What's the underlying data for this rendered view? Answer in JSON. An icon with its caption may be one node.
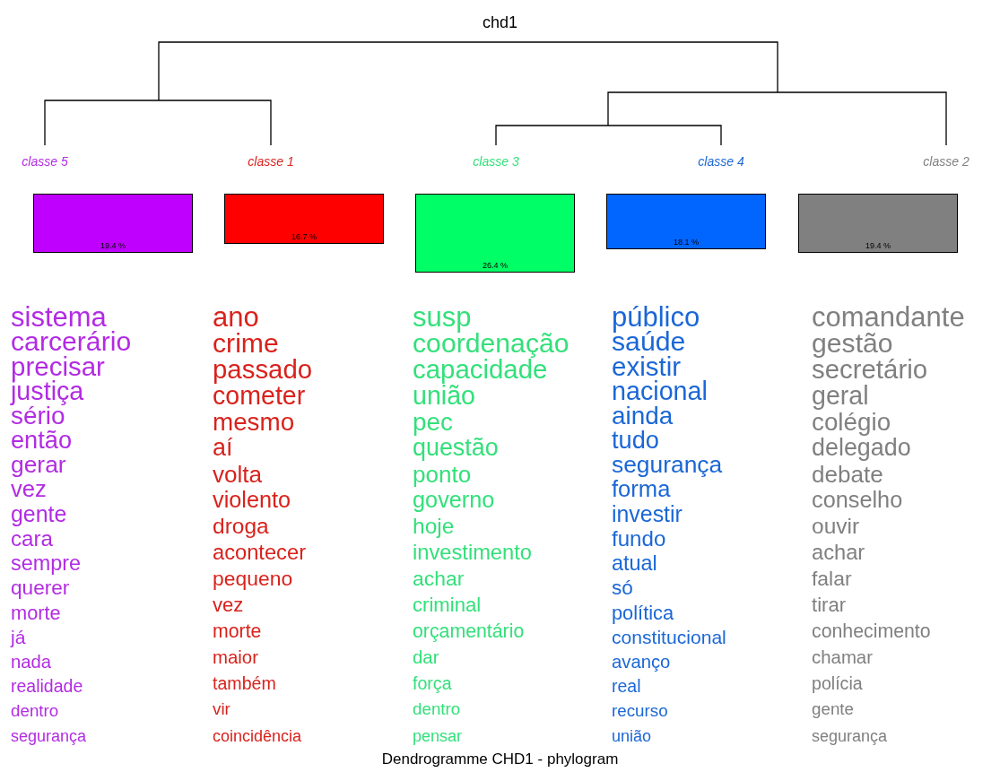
{
  "diagram": {
    "title": "chd1",
    "caption": "Dendrogramme CHD1 - phylogram",
    "nodes": [
      {
        "text": [
          "19.4 %"
        ],
        "beside": [
          "classe 5",
          "sistema",
          "carcerário",
          "precisar",
          "justiça",
          "sério",
          "então",
          "gerar",
          "vez",
          "gente",
          "cara",
          "sempre",
          "querer",
          "morte",
          "já",
          "nada",
          "realidade",
          "dentro",
          "segurança"
        ]
      },
      {
        "text": [
          "16.7 %"
        ],
        "beside": [
          "classe 1",
          "ano",
          "crime",
          "passado",
          "cometer",
          "mesmo",
          "aí",
          "volta",
          "violento",
          "droga",
          "acontecer",
          "pequeno",
          "vez",
          "morte",
          "maior",
          "também",
          "vir",
          "coincidência"
        ]
      },
      {
        "text": [
          "26.4 %"
        ],
        "beside": [
          "classe 3",
          "susp",
          "coordenação",
          "capacidade",
          "união",
          "pec",
          "questão",
          "ponto",
          "governo",
          "hoje",
          "investimento",
          "achar",
          "criminal",
          "orçamentário",
          "dar",
          "força",
          "dentro",
          "pensar"
        ]
      },
      {
        "text": [
          "18.1 %"
        ],
        "beside": [
          "classe 4",
          "público",
          "saúde",
          "existir",
          "nacional",
          "ainda",
          "tudo",
          "segurança",
          "forma",
          "investir",
          "fundo",
          "atual",
          "só",
          "política",
          "constitucional",
          "avanço",
          "real",
          "recurso",
          "união"
        ]
      },
      {
        "text": [
          "19.4 %"
        ],
        "beside": [
          "classe 2",
          "comandante",
          "gestão",
          "secretário",
          "geral",
          "colégio",
          "delegado",
          "debate",
          "conselho",
          "ouvir",
          "achar",
          "falar",
          "tirar",
          "conhecimento",
          "chamar",
          "polícia",
          "gente",
          "segurança"
        ]
      }
    ]
  }
}
